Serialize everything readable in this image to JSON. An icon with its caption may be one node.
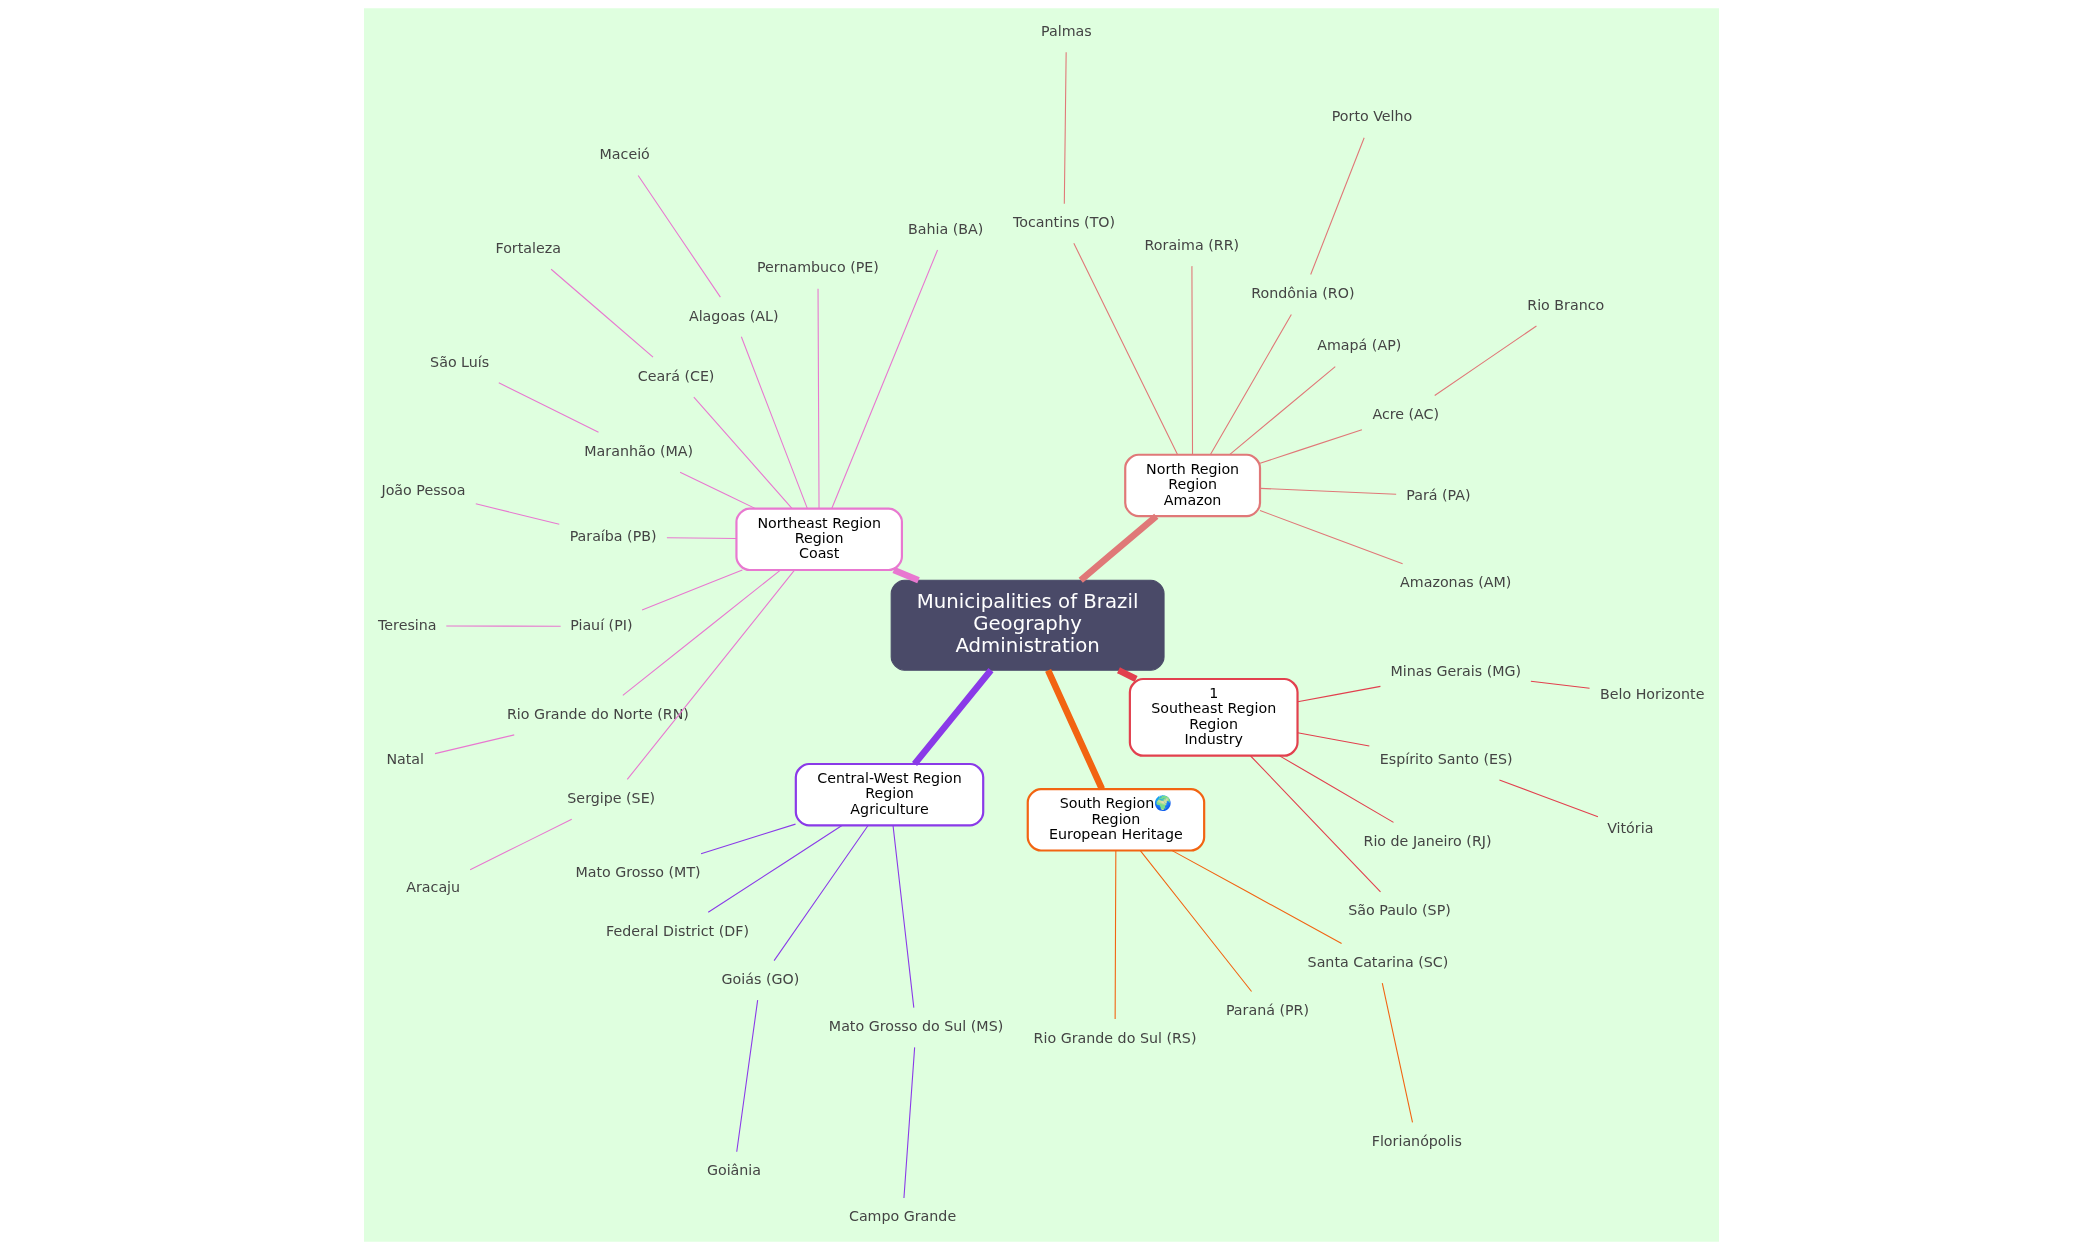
{
  "diagram": {
    "nodes": [
      {
        "text": [
          "Municipalities of Brazil",
          "Geography",
          "Administration"
        ]
      },
      {
        "text": [
          "North Region",
          "Region",
          "Amazon"
        ]
      },
      {
        "text": [
          "Amazonas (AM)"
        ]
      },
      {
        "text": [
          "Pará (PA)"
        ]
      },
      {
        "text": [
          "Acre (AC)"
        ]
      },
      {
        "text": [
          "Rio Branco"
        ]
      },
      {
        "text": [
          "Amapá (AP)"
        ]
      },
      {
        "text": [
          "Rondônia (RO)"
        ]
      },
      {
        "text": [
          "Porto Velho"
        ]
      },
      {
        "text": [
          "Roraima (RR)"
        ]
      },
      {
        "text": [
          "Tocantins (TO)"
        ]
      },
      {
        "text": [
          "Palmas"
        ]
      },
      {
        "text": [
          "Northeast Region",
          "Region",
          "Coast"
        ]
      },
      {
        "text": [
          "Bahia (BA)"
        ]
      },
      {
        "text": [
          "Pernambuco (PE)"
        ]
      },
      {
        "text": [
          "Alagoas (AL)"
        ]
      },
      {
        "text": [
          "Maceió"
        ]
      },
      {
        "text": [
          "Ceará (CE)"
        ]
      },
      {
        "text": [
          "Fortaleza"
        ]
      },
      {
        "text": [
          "Maranhão (MA)"
        ]
      },
      {
        "text": [
          "São Luís"
        ]
      },
      {
        "text": [
          "Paraíba (PB)"
        ]
      },
      {
        "text": [
          "João Pessoa"
        ]
      },
      {
        "text": [
          "Piauí (PI)"
        ]
      },
      {
        "text": [
          "Teresina"
        ]
      },
      {
        "text": [
          "Rio Grande do Norte (RN)"
        ]
      },
      {
        "text": [
          "Natal"
        ]
      },
      {
        "text": [
          "Sergipe (SE)"
        ]
      },
      {
        "text": [
          "Aracaju"
        ]
      },
      {
        "text": [
          "Central-West Region",
          "Region",
          "Agriculture"
        ]
      },
      {
        "text": [
          "Mato Grosso (MT)"
        ]
      },
      {
        "text": [
          "Federal District (DF)"
        ]
      },
      {
        "text": [
          "Goiás (GO)"
        ]
      },
      {
        "text": [
          "Goiânia"
        ]
      },
      {
        "text": [
          "Mato Grosso do Sul (MS)"
        ]
      },
      {
        "text": [
          "Campo Grande"
        ]
      },
      {
        "text": [
          "South Region🌍",
          "Region",
          "European Heritage"
        ]
      },
      {
        "text": [
          "Rio Grande do Sul (RS)"
        ]
      },
      {
        "text": [
          "Paraná (PR)"
        ]
      },
      {
        "text": [
          "Santa Catarina (SC)"
        ]
      },
      {
        "text": [
          "Florianópolis"
        ]
      },
      {
        "text": [
          "1",
          "Southeast Region",
          "Region",
          "Industry"
        ]
      },
      {
        "text": [
          "São Paulo (SP)"
        ]
      },
      {
        "text": [
          "Rio de Janeiro (RJ)"
        ]
      },
      {
        "text": [
          "Espírito Santo (ES)"
        ]
      },
      {
        "text": [
          "Vitória"
        ]
      },
      {
        "text": [
          "Minas Gerais (MG)"
        ]
      },
      {
        "text": [
          "Belo Horizonte"
        ]
      }
    ],
    "edges": [
      {
        "from": 0,
        "to": 1,
        "arrow": "none",
        "style": "thick",
        "color": "#e07878"
      },
      {
        "from": 1,
        "to": 2,
        "arrow": "none",
        "color": "#e07878"
      },
      {
        "from": 1,
        "to": 3,
        "arrow": "none",
        "color": "#e07878"
      },
      {
        "from": 1,
        "to": 4,
        "arrow": "none",
        "color": "#e07878"
      },
      {
        "from": 4,
        "to": 5,
        "arrow": "none",
        "color": "#e07878"
      },
      {
        "from": 1,
        "to": 6,
        "arrow": "none",
        "color": "#e07878"
      },
      {
        "from": 1,
        "to": 7,
        "arrow": "none",
        "color": "#e07878"
      },
      {
        "from": 7,
        "to": 8,
        "arrow": "none",
        "color": "#e07878"
      },
      {
        "from": 1,
        "to": 9,
        "arrow": "none",
        "color": "#e07878"
      },
      {
        "from": 1,
        "to": 10,
        "arrow": "none",
        "color": "#e07878"
      },
      {
        "from": 10,
        "to": 11,
        "arrow": "none",
        "color": "#e07878"
      },
      {
        "from": 0,
        "to": 12,
        "arrow": "none",
        "style": "thick",
        "color": "#e878d0"
      },
      {
        "from": 12,
        "to": 13,
        "arrow": "none",
        "color": "#e878d0"
      },
      {
        "from": 12,
        "to": 14,
        "arrow": "none",
        "color": "#e878d0"
      },
      {
        "from": 12,
        "to": 15,
        "arrow": "none",
        "color": "#e878d0"
      },
      {
        "from": 15,
        "to": 16,
        "arrow": "none",
        "color": "#e878d0"
      },
      {
        "from": 12,
        "to": 17,
        "arrow": "none",
        "color": "#e878d0"
      },
      {
        "from": 17,
        "to": 18,
        "arrow": "none",
        "color": "#e878d0"
      },
      {
        "from": 12,
        "to": 19,
        "arrow": "none",
        "color": "#e878d0"
      },
      {
        "from": 19,
        "to": 20,
        "arrow": "none",
        "color": "#e878d0"
      },
      {
        "from": 12,
        "to": 21,
        "arrow": "none",
        "color": "#e878d0"
      },
      {
        "from": 21,
        "to": 22,
        "arrow": "none",
        "color": "#e878d0"
      },
      {
        "from": 12,
        "to": 23,
        "arrow": "none",
        "color": "#e878d0"
      },
      {
        "from": 23,
        "to": 24,
        "arrow": "none",
        "color": "#e878d0"
      },
      {
        "from": 12,
        "to": 25,
        "arrow": "none",
        "color": "#e878d0"
      },
      {
        "from": 25,
        "to": 26,
        "arrow": "none",
        "color": "#e878d0"
      },
      {
        "from": 12,
        "to": 27,
        "arrow": "none",
        "color": "#e878d0"
      },
      {
        "from": 27,
        "to": 28,
        "arrow": "none",
        "color": "#e878d0"
      },
      {
        "from": 0,
        "to": 29,
        "arrow": "none",
        "style": "thick",
        "color": "#8a3ae8"
      },
      {
        "from": 29,
        "to": 30,
        "arrow": "none",
        "color": "#8a3ae8"
      },
      {
        "from": 29,
        "to": 31,
        "arrow": "none",
        "color": "#8a3ae8"
      },
      {
        "from": 29,
        "to": 32,
        "arrow": "none",
        "color": "#8a3ae8"
      },
      {
        "from": 32,
        "to": 33,
        "arrow": "none",
        "color": "#8a3ae8"
      },
      {
        "from": 29,
        "to": 34,
        "arrow": "none",
        "color": "#8a3ae8"
      },
      {
        "from": 34,
        "to": 35,
        "arrow": "none",
        "color": "#8a3ae8"
      },
      {
        "from": 0,
        "to": 36,
        "arrow": "none",
        "style": "thick",
        "color": "#f26412"
      },
      {
        "from": 36,
        "to": 37,
        "arrow": "none",
        "color": "#f26412"
      },
      {
        "from": 36,
        "to": 38,
        "arrow": "none",
        "color": "#f26412"
      },
      {
        "from": 36,
        "to": 39,
        "arrow": "none",
        "color": "#f26412"
      },
      {
        "from": 39,
        "to": 40,
        "arrow": "none",
        "color": "#f26412"
      },
      {
        "from": 0,
        "to": 41,
        "arrow": "none",
        "style": "thick",
        "color": "#e2404e"
      },
      {
        "from": 41,
        "to": 42,
        "arrow": "none",
        "color": "#e2404e"
      },
      {
        "from": 41,
        "to": 43,
        "arrow": "none",
        "color": "#e2404e"
      },
      {
        "from": 41,
        "to": 44,
        "arrow": "none",
        "color": "#e2404e"
      },
      {
        "from": 44,
        "to": 45,
        "arrow": "none",
        "color": "#e2404e"
      },
      {
        "from": 41,
        "to": 46,
        "arrow": "none",
        "color": "#e2404e"
      },
      {
        "from": 46,
        "to": 47,
        "arrow": "none",
        "color": "#e2404e"
      }
    ]
  }
}
